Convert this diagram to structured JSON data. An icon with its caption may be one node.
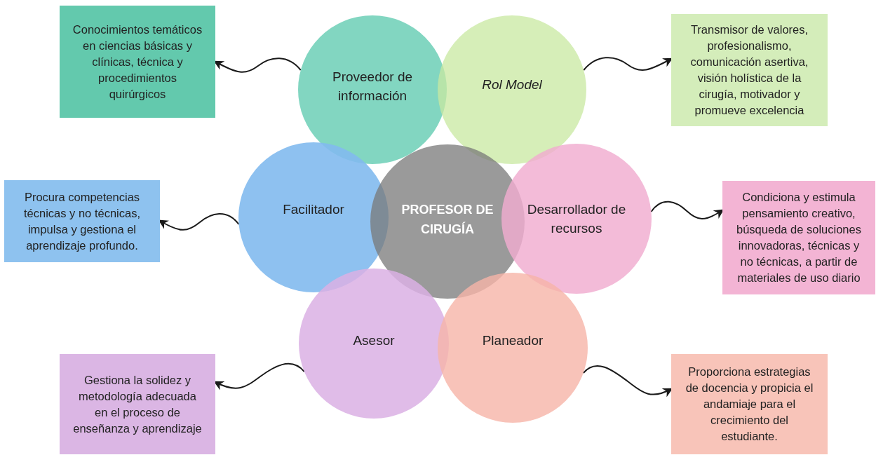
{
  "diagram": {
    "nodes": [
      {
        "text": [
          "Conocimientos temáticos en ciencias básicas y clínicas, técnica y procedimientos quirúrgicos"
        ]
      },
      {
        "text": [
          "Proveedor de información"
        ]
      },
      {
        "text": [
          "Rol Model"
        ]
      },
      {
        "text": [
          "Transmisor de valores, profesionalismo, comunicación asertiva, visión holística de la cirugía, motivador y promueve excelencia"
        ]
      },
      {
        "text": [
          "Procura competencias técnicas y no técnicas, impulsa y gestiona el aprendizaje profundo."
        ]
      },
      {
        "text": [
          "Facilitador"
        ]
      },
      {
        "text": [
          "PROFESOR DE CIRUGÍA"
        ]
      },
      {
        "text": [
          "Desarrollador de recursos"
        ]
      },
      {
        "text": [
          "Condiciona y estimula pensamiento creativo, búsqueda de soluciones innovadoras, técnicas y no técnicas, a partir de materiales de uso diario"
        ]
      },
      {
        "text": [
          "Asesor"
        ]
      },
      {
        "text": [
          "Planeador"
        ]
      },
      {
        "text": [
          "Gestiona la solidez y metodología adecuada en el proceso de enseñanza y aprendizaje"
        ]
      },
      {
        "text": [
          "Proporciona estrategias de docencia y propicia el andamiaje para el crecimiento del estudiante."
        ]
      }
    ],
    "edges": [
      {
        "from": 1,
        "to": 0,
        "arrow": "to"
      },
      {
        "from": 2,
        "to": 3,
        "arrow": "to"
      },
      {
        "from": 5,
        "to": 4,
        "arrow": "to"
      },
      {
        "from": 7,
        "to": 8,
        "arrow": "to"
      },
      {
        "from": 9,
        "to": 11,
        "arrow": "to"
      },
      {
        "from": 10,
        "to": 12,
        "arrow": "to"
      }
    ]
  }
}
